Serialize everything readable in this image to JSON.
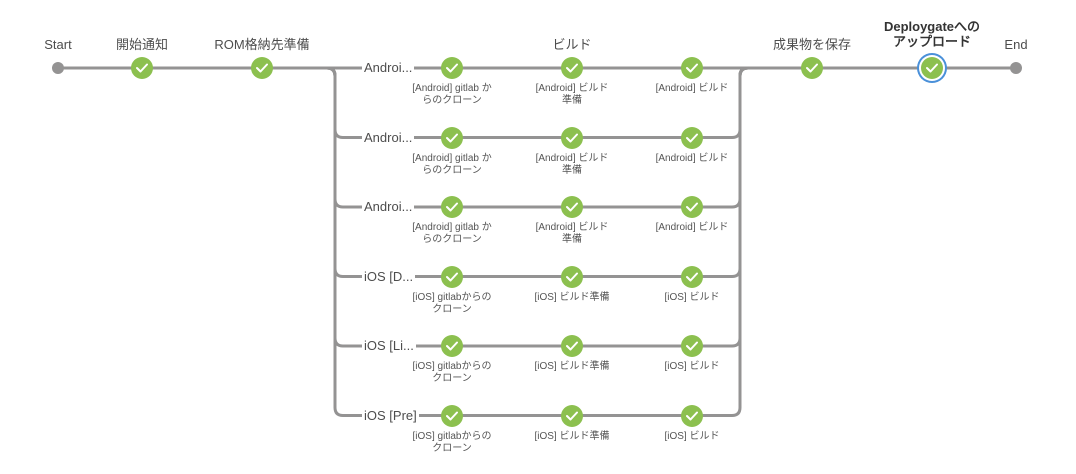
{
  "colors": {
    "success": "#8cc04f",
    "line": "#949393",
    "selected": "#4a90d9"
  },
  "start": "Start",
  "end": "End",
  "stages": {
    "notify": "開始通知",
    "rom": "ROM格納先準備",
    "build": "ビルド",
    "save": "成果物を保存",
    "upload": "Deploygateへの\nアップロード"
  },
  "branches": [
    {
      "label": "Androi...",
      "steps": [
        "[Android] gitlab か\nらのクローン",
        "[Android] ビルド\n準備",
        "[Android] ビルド"
      ]
    },
    {
      "label": "Androi...",
      "steps": [
        "[Android] gitlab か\nらのクローン",
        "[Android] ビルド\n準備",
        "[Android] ビルド"
      ]
    },
    {
      "label": "Androi...",
      "steps": [
        "[Android] gitlab か\nらのクローン",
        "[Android] ビルド\n準備",
        "[Android] ビルド"
      ]
    },
    {
      "label": "iOS [D...",
      "steps": [
        "[iOS] gitlabからの\nクローン",
        "[iOS] ビルド準備",
        "[iOS] ビルド"
      ]
    },
    {
      "label": "iOS [Li...",
      "steps": [
        "[iOS] gitlabからの\nクローン",
        "[iOS] ビルド準備",
        "[iOS] ビルド"
      ]
    },
    {
      "label": "iOS [Pre]",
      "steps": [
        "[iOS] gitlabからの\nクローン",
        "[iOS] ビルド準備",
        "[iOS] ビルド"
      ]
    }
  ],
  "icons": {
    "check": "check-icon"
  }
}
